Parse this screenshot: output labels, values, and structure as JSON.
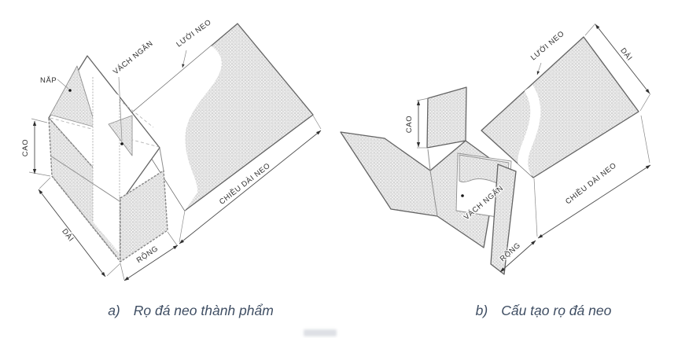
{
  "figures": {
    "a": {
      "caption_prefix": "a)",
      "caption_text": "Rọ đá neo thành phẩm",
      "labels": {
        "nap": "NẮP",
        "vach_ngan": "VÁCH NGĂN",
        "luoi_neo": "LƯỚI NEO",
        "cao": "CAO",
        "dai": "DÀI",
        "rong": "RỘNG",
        "chieu_dai_neo": "CHIỀU DÀI NEO"
      }
    },
    "b": {
      "caption_prefix": "b)",
      "caption_text": "Cấu tạo rọ đá neo",
      "labels": {
        "luoi_neo": "LƯỚI NEO",
        "dai": "DÀI",
        "cao": "CAO",
        "vach_ngan": "VÁCH NGĂN",
        "rong": "RỘNG",
        "chieu_dai_neo": "CHIỀU DÀI NEO"
      }
    }
  },
  "colors": {
    "outline": "#636363",
    "mesh_dot": "#c3c3c3",
    "mesh_bg": "#f3f3f3",
    "dimension_line": "#4a4a4a",
    "label_text": "#2e2e2e",
    "caption_text": "#3f4e63",
    "background": "#ffffff"
  }
}
